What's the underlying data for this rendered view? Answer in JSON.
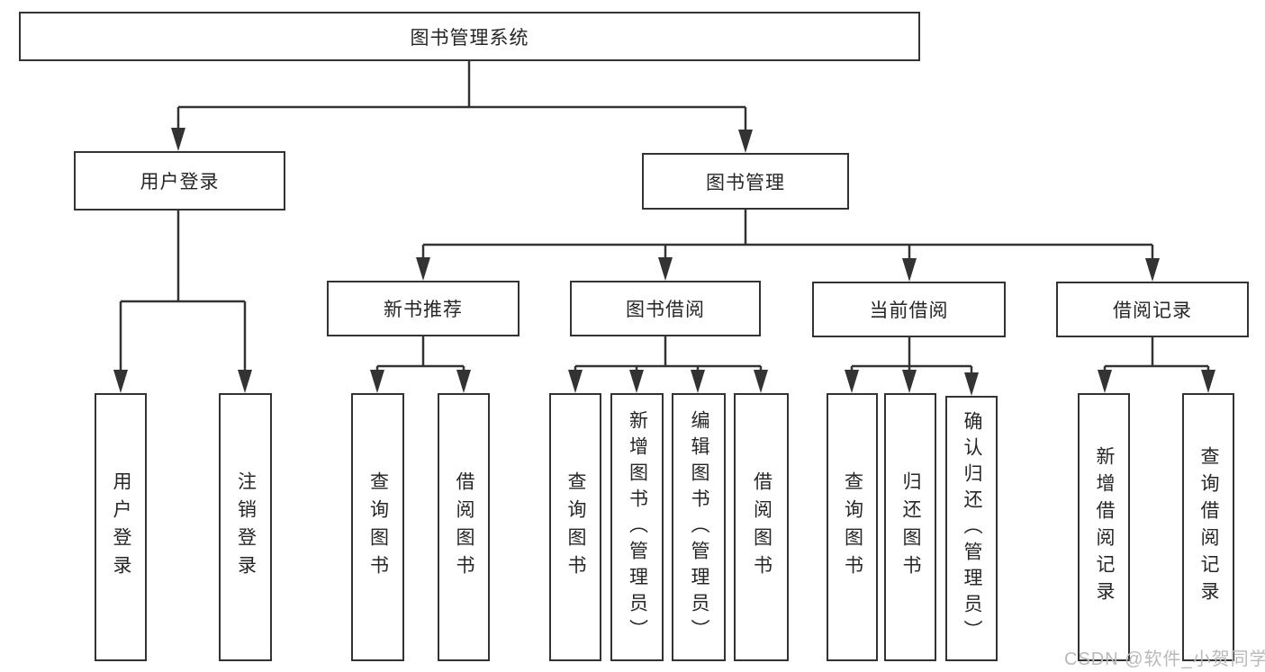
{
  "tree": {
    "root": {
      "label": "图书管理系统",
      "children": [
        {
          "label": "用户登录",
          "children": [
            {
              "label": "用户登录"
            },
            {
              "label": "注销登录"
            }
          ]
        },
        {
          "label": "图书管理",
          "children": [
            {
              "label": "新书推荐",
              "children": [
                {
                  "label": "查询图书"
                },
                {
                  "label": "借阅图书"
                }
              ]
            },
            {
              "label": "图书借阅",
              "children": [
                {
                  "label": "查询图书"
                },
                {
                  "label": "新增图书（管理员）"
                },
                {
                  "label": "编辑图书（管理员）"
                },
                {
                  "label": "借阅图书"
                }
              ]
            },
            {
              "label": "当前借阅",
              "children": [
                {
                  "label": "查询图书"
                },
                {
                  "label": "归还图书"
                },
                {
                  "label": "确认归还（管理员）"
                }
              ]
            },
            {
              "label": "借阅记录",
              "children": [
                {
                  "label": "新增借阅记录"
                },
                {
                  "label": "查询借阅记录"
                }
              ]
            }
          ]
        }
      ]
    }
  },
  "watermark": {
    "text": "CSDN @软件_小贺同学"
  },
  "colors": {
    "line": "#333333",
    "text": "#262626",
    "watermark": "#b9b9b9",
    "background": "#ffffff"
  }
}
